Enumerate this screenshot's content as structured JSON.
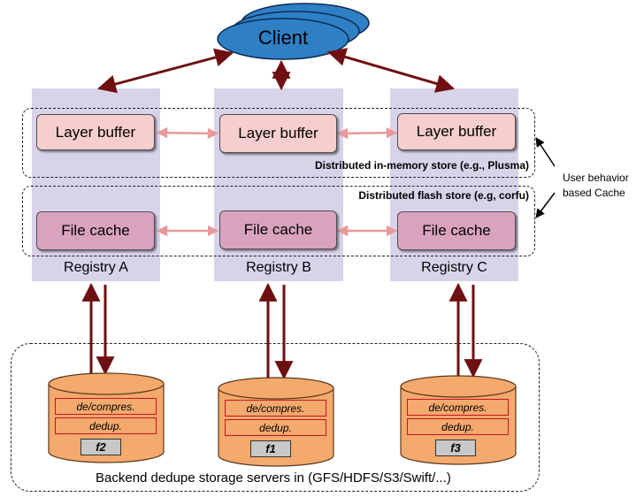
{
  "client": {
    "label": "Client"
  },
  "registries": [
    {
      "name": "Registry A",
      "layer_buffer": "Layer buffer",
      "file_cache": "File cache"
    },
    {
      "name": "Registry B",
      "layer_buffer": "Layer buffer",
      "file_cache": "File cache"
    },
    {
      "name": "Registry C",
      "layer_buffer": "Layer buffer",
      "file_cache": "File cache"
    }
  ],
  "stores": {
    "memory": "Distributed in-memory store (e.g., Plusma)",
    "flash": "Distributed flash store (e.g, corfu)"
  },
  "side_note": {
    "line1": "User behavior",
    "line2": "based Cache"
  },
  "backend": {
    "label": "Backend dedupe storage servers in (GFS/HDFS/S3/Swift/...)",
    "servers": [
      {
        "compress": "de/compres.",
        "dedup": "dedup.",
        "file": "f2"
      },
      {
        "compress": "de/compres.",
        "dedup": "dedup.",
        "file": "f1"
      },
      {
        "compress": "de/compres.",
        "dedup": "dedup.",
        "file": "f3"
      }
    ]
  },
  "colors": {
    "registry_bg": "#d9d3ea",
    "layer_buffer": "#f6cece",
    "file_cache": "#d9a3be",
    "arrow_dark": "#6e0f12",
    "arrow_pink": "#e8999a",
    "client": "#2f7fc4",
    "cylinder": "#f4a96d"
  }
}
